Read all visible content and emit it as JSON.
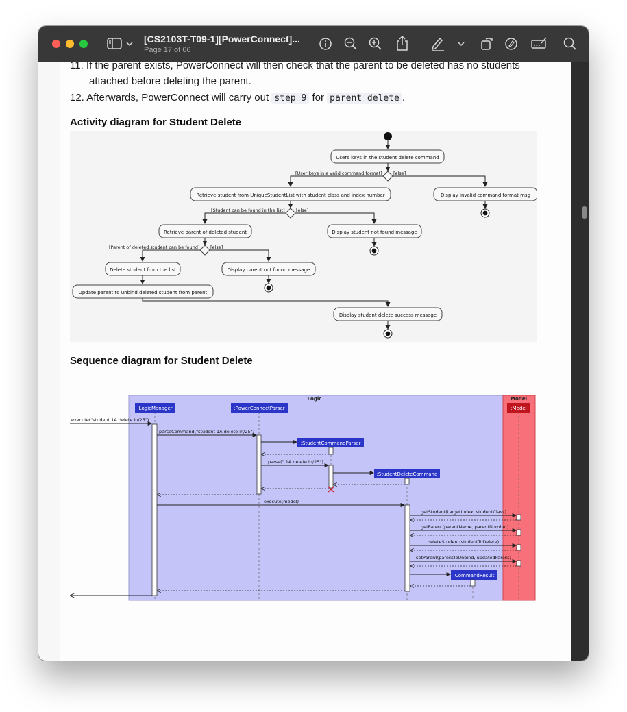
{
  "window": {
    "title": "[CS2103T-T09-1][PowerConnect]...",
    "page_indicator": "Page 17 of 66"
  },
  "toolbar_icons": [
    "sidebar-toggle-icon",
    "chevron-down-icon",
    "info-icon",
    "zoom-out-icon",
    "zoom-in-icon",
    "share-icon",
    "highlight-pen-icon",
    "chevron-down-icon",
    "rotate-icon",
    "markup-icon",
    "form-fill-icon",
    "search-icon"
  ],
  "document": {
    "item11_num": "11.",
    "item11_line1": "If the parent exists, PowerConnect will then check that the parent to be deleted has no students",
    "item11_line2": "attached before deleting the parent.",
    "item12_num": "12.",
    "item12_pre": "Afterwards, PowerConnect will carry out",
    "item12_code1": "step 9",
    "item12_mid": "for",
    "item12_code2": "parent delete",
    "item12_post": ".",
    "activity_heading": "Activity diagram for Student Delete",
    "sequence_heading": "Sequence diagram for Student Delete"
  },
  "activity_diagram": {
    "actions": {
      "user_keys": "Users keys in the student delete command",
      "retrieve_student": "Retrieve student from UniqueStudentList with student class and index number",
      "invalid_format": "Display invalid command format msg",
      "retrieve_parent": "Retrieve parent of deleted student",
      "student_not_found": "Display student not found message",
      "delete_student": "Delete student from the list",
      "parent_not_found": "Display parent not found message",
      "update_parent": "Update parent to unbind deleted student from parent",
      "success": "Display student delete success message"
    },
    "guards": {
      "valid_format": "[User keys in a valid command format]",
      "else1": "[else]",
      "student_found": "[Student can be found in the list]",
      "else2": "[else]",
      "parent_found": "[Parent of deleted student can be found]",
      "else3": "[else]"
    }
  },
  "sequence_diagram": {
    "logic_label": "Logic",
    "model_label": "Model",
    "participants": {
      "logic_manager": ":LogicManager",
      "parser": ":PowerConnectParser",
      "student_parser": ":StudentCommandParser",
      "delete_command": ":StudentDeleteCommand",
      "command_result": ":CommandResult",
      "model": ":Model"
    },
    "messages": {
      "execute_cmd": "execute(\"student 1A delete in/25\")",
      "parse_command": "parseCommand(\"student 1A delete in/25\")",
      "parse": "parse(\" 1A delete in/25\")",
      "execute_model": "execute(model)",
      "get_student": "getStudent(targetIndex, studentClass)",
      "get_parent": "getParent(parentName, parentNumber)",
      "delete_student": "deleteStudent(studentToDelete)",
      "set_parent": "setParent(parentToUnbind, updatedParent)"
    },
    "colors": {
      "logic_bg": "#c4c4f8",
      "model_bg": "#f8707a",
      "participant_blue": "#2b35c8",
      "participant_red": "#c0141e"
    }
  }
}
